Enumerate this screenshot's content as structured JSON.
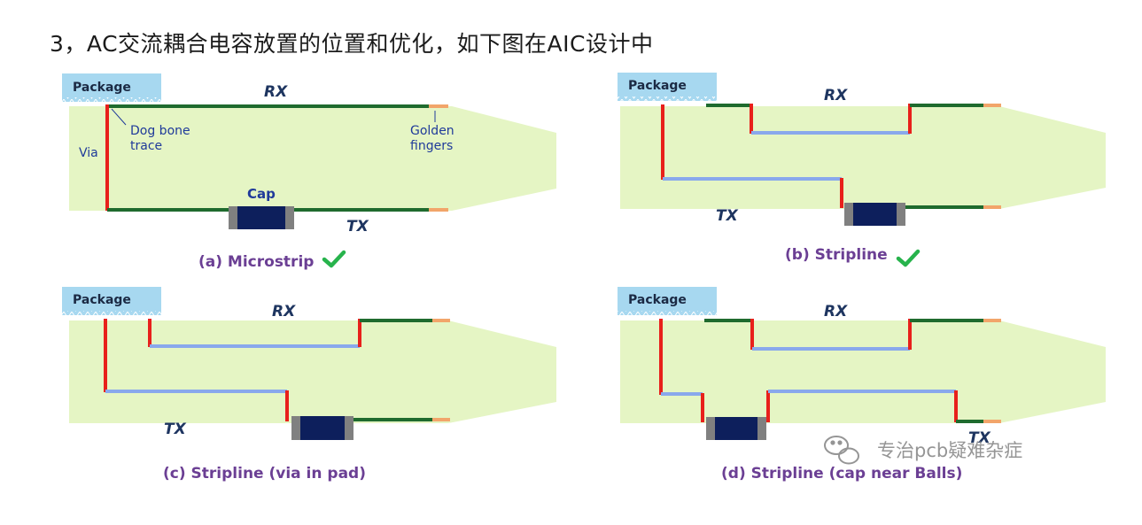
{
  "heading": "3，AC交流耦合电容放置的位置和优化，如下图在AIC设计中",
  "labels": {
    "package": "Package",
    "rx": "RX",
    "tx": "TX",
    "via": "Via",
    "cap": "Cap",
    "dog_bone_1": "Dog bone",
    "dog_bone_2": "trace",
    "golden_1": "Golden",
    "golden_2": "fingers"
  },
  "captions": {
    "a": "(a) Microstrip",
    "b": "(b) Stripline",
    "c": "(c) Stripline (via in pad)",
    "d": "(d) Stripline (cap near Balls)"
  },
  "watermark": "专治pcb疑难杂症",
  "colors": {
    "board": "#e5f5c4",
    "package": "#a7d8f0",
    "via": "#e8201b",
    "microstrip": "#1f6b2e",
    "stripline": "#89a8ec",
    "capacitor": "#0d1f5c",
    "cap_pad": "#808080",
    "finger": "#f2a56a",
    "check": "#27b34c"
  }
}
